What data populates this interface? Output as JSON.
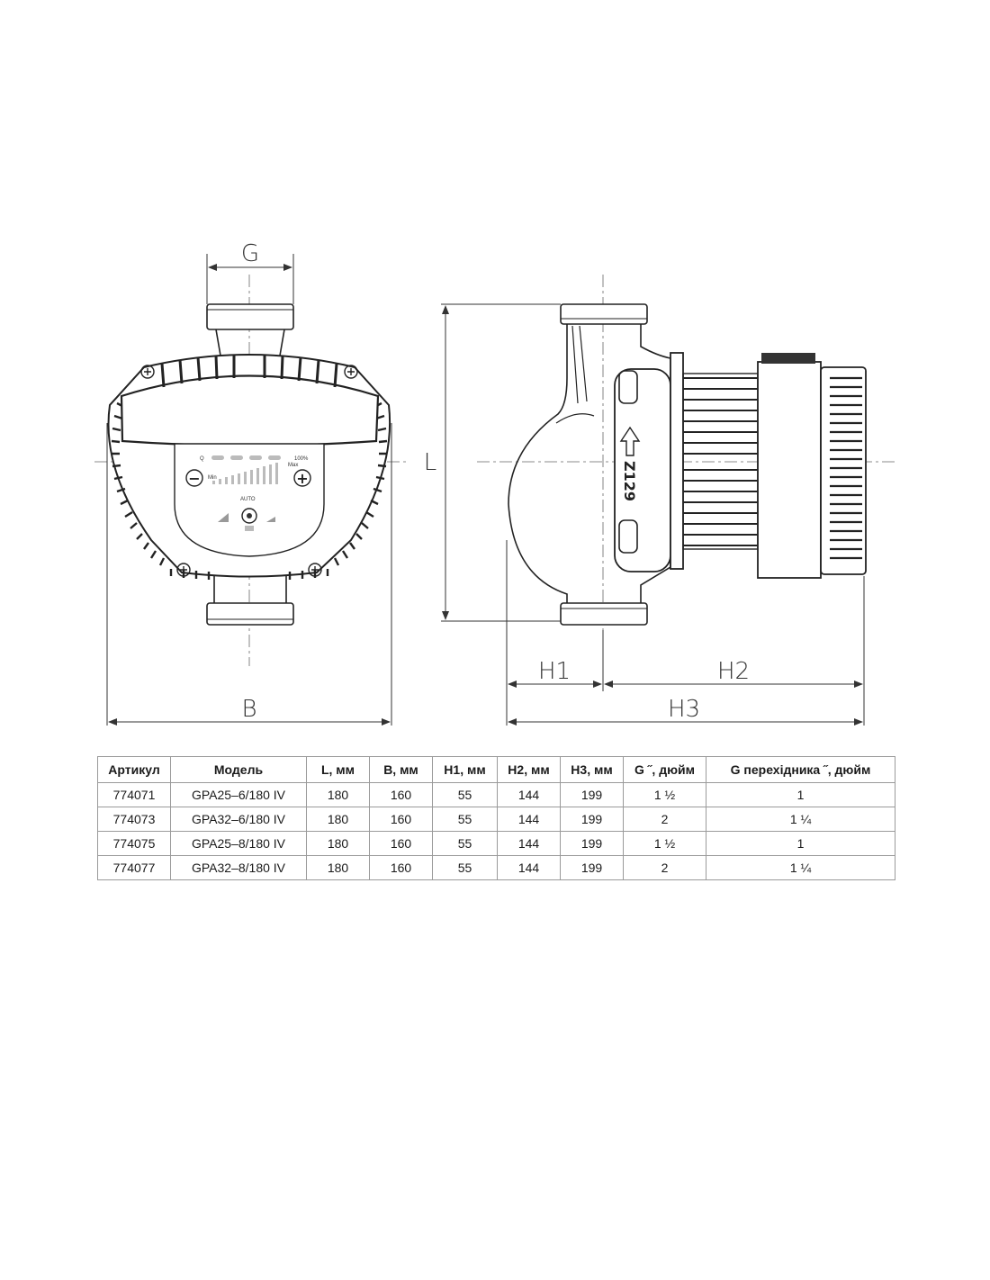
{
  "drawing": {
    "labels": {
      "g": "G",
      "b": "B",
      "l": "L",
      "h1": "H1",
      "h2": "H2",
      "h3": "H3"
    },
    "panel": {
      "q": "Q",
      "pct": "100%",
      "min": "Min",
      "max": "Max",
      "auto": "AUTO",
      "minus": "−",
      "plus": "+"
    },
    "body_mark": "Z129"
  },
  "table": {
    "headers": [
      "Артикул",
      "Модель",
      "L, мм",
      "B, мм",
      "H1, мм",
      "H2, мм",
      "H3, мм",
      "G ˝, дюйм",
      "G перехідника ˝, дюйм"
    ],
    "rows": [
      [
        "774071",
        "GPA25–6/180 IV",
        "180",
        "160",
        "55",
        "144",
        "199",
        "1 ½",
        "1"
      ],
      [
        "774073",
        "GPA32–6/180 IV",
        "180",
        "160",
        "55",
        "144",
        "199",
        "2",
        "1 ¼"
      ],
      [
        "774075",
        "GPA25–8/180 IV",
        "180",
        "160",
        "55",
        "144",
        "199",
        "1 ½",
        "1"
      ],
      [
        "774077",
        "GPA32–8/180 IV",
        "180",
        "160",
        "55",
        "144",
        "199",
        "2",
        "1 ¼"
      ]
    ]
  }
}
